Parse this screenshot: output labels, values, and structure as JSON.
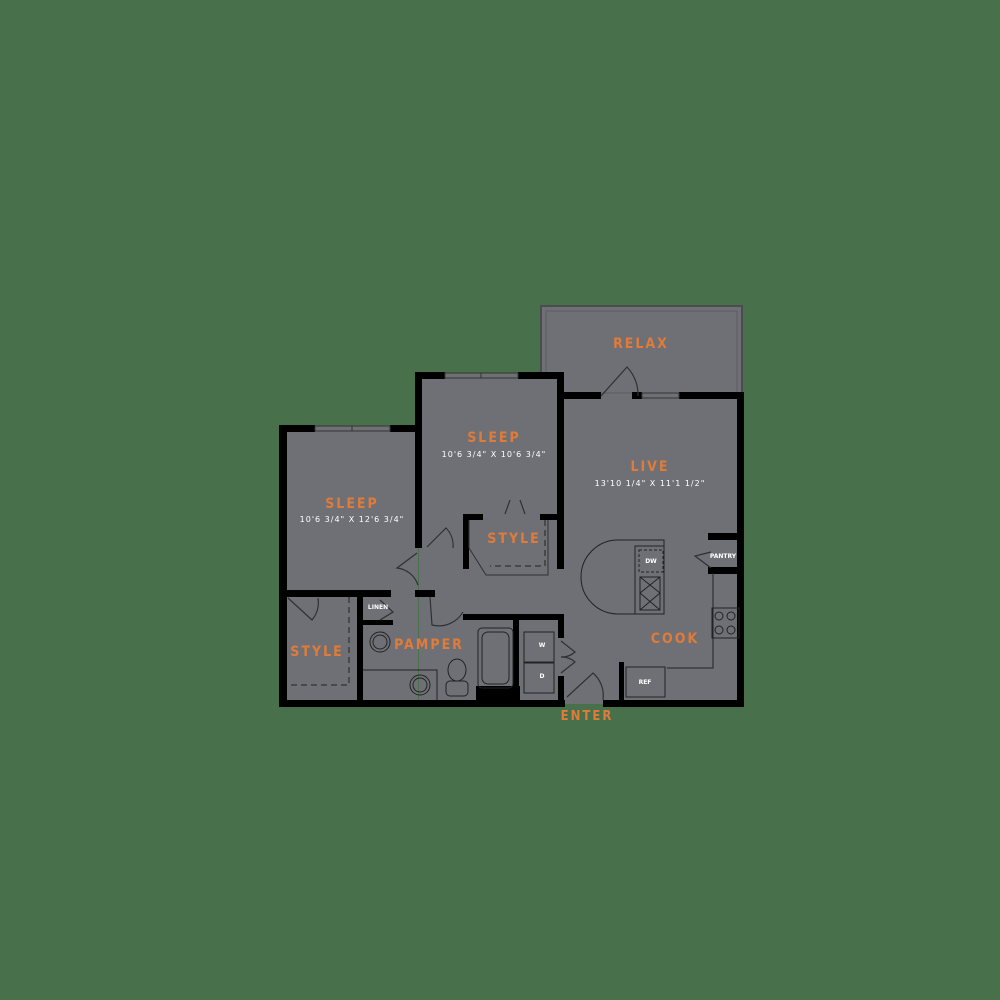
{
  "colors": {
    "background": "#48704a",
    "floor": "#6e7075",
    "wall": "#000000",
    "label": "#e07b39",
    "dimension_text": "#ffffff"
  },
  "rooms": {
    "relax": {
      "label": "RELAX"
    },
    "sleep_1": {
      "label": "SLEEP",
      "dimensions": "10'6 3/4\" X 12'6 3/4\""
    },
    "sleep_2": {
      "label": "SLEEP",
      "dimensions": "10'6 3/4\" X 10'6 3/4\""
    },
    "live": {
      "label": "LIVE",
      "dimensions": "13'10 1/4\" X 11'1 1/2\""
    },
    "style_1": {
      "label": "STYLE"
    },
    "style_2": {
      "label": "STYLE"
    },
    "pamper": {
      "label": "PAMPER"
    },
    "cook": {
      "label": "COOK"
    },
    "enter": {
      "label": "ENTER"
    }
  },
  "fixtures": {
    "linen": "LINEN",
    "pantry": "PANTRY",
    "dishwasher": "DW",
    "refrigerator": "REF",
    "washer": "W",
    "dryer": "D"
  }
}
